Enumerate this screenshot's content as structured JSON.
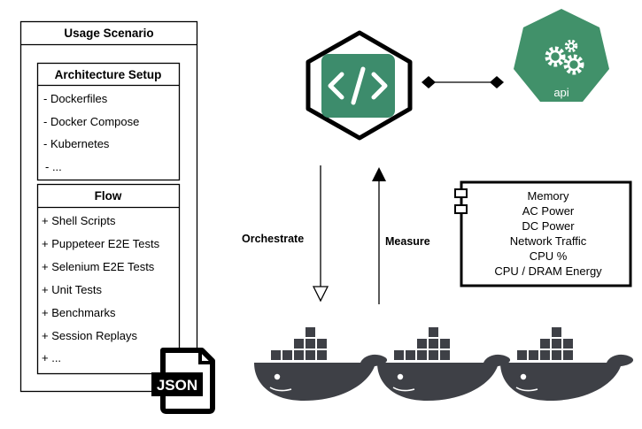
{
  "usage_scenario": {
    "title": "Usage Scenario",
    "architecture": {
      "title": "Architecture Setup",
      "items": [
        "- Dockerfiles",
        "- Docker Compose",
        "- Kubernetes",
        "- ..."
      ]
    },
    "flow": {
      "title": "Flow",
      "items": [
        "+ Shell Scripts",
        "+ Puppeteer E2E Tests",
        "+ Selenium E2E Tests",
        "+ Unit Tests",
        "+ Benchmarks",
        "+ Session Replays",
        "+ ..."
      ]
    }
  },
  "json_badge": "JSON",
  "arrows": {
    "orchestrate": "Orchestrate",
    "measure": "Measure"
  },
  "api_label": "api",
  "metrics": [
    "Memory",
    "AC Power",
    "DC Power",
    "Network Traffic",
    "CPU %",
    "CPU / DRAM Energy"
  ],
  "colors": {
    "code_green": "#3D8C6C",
    "k8s_green": "#41916A",
    "docker_gray": "#3E4046",
    "black": "#000000"
  },
  "icons": [
    "code-icon",
    "kubernetes-api-icon",
    "docker-whale-icon",
    "json-file-icon",
    "uml-component-icon"
  ]
}
